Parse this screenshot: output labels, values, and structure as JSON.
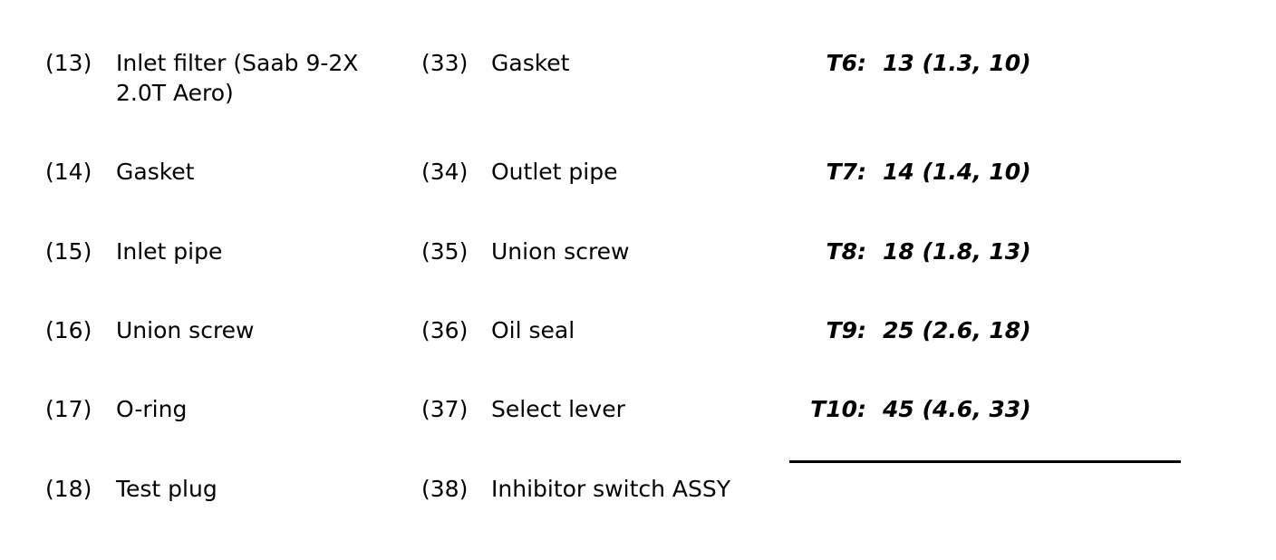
{
  "document": {
    "type": "parts-list-with-torque-table",
    "background_color": "#ffffff",
    "text_color": "#000000"
  },
  "parts": {
    "column_left": [
      {
        "ref": "(13)",
        "name": "Inlet filter (Saab 9-2X\n2.0T Aero)"
      },
      {
        "ref": "(14)",
        "name": "Gasket"
      },
      {
        "ref": "(15)",
        "name": "Inlet pipe"
      },
      {
        "ref": "(16)",
        "name": "Union screw"
      },
      {
        "ref": "(17)",
        "name": "O-ring"
      },
      {
        "ref": "(18)",
        "name": "Test plug"
      }
    ],
    "column_right": [
      {
        "ref": "(33)",
        "name": "Gasket"
      },
      {
        "ref": "(34)",
        "name": "Outlet pipe"
      },
      {
        "ref": "(35)",
        "name": "Union screw"
      },
      {
        "ref": "(36)",
        "name": "Oil seal"
      },
      {
        "ref": "(37)",
        "name": "Select lever"
      },
      {
        "ref": "(38)",
        "name": "Inhibitor switch ASSY"
      }
    ]
  },
  "torque_table": {
    "rows": [
      {
        "label": "T6:",
        "value": "13 (1.3, 10)"
      },
      {
        "label": "T7:",
        "value": "14 (1.4, 10)"
      },
      {
        "label": "T8:",
        "value": "18 (1.8, 13)"
      },
      {
        "label": "T9:",
        "value": "25 (2.6, 18)"
      },
      {
        "label": "T10:",
        "value": "45 (4.6, 33)"
      }
    ]
  }
}
